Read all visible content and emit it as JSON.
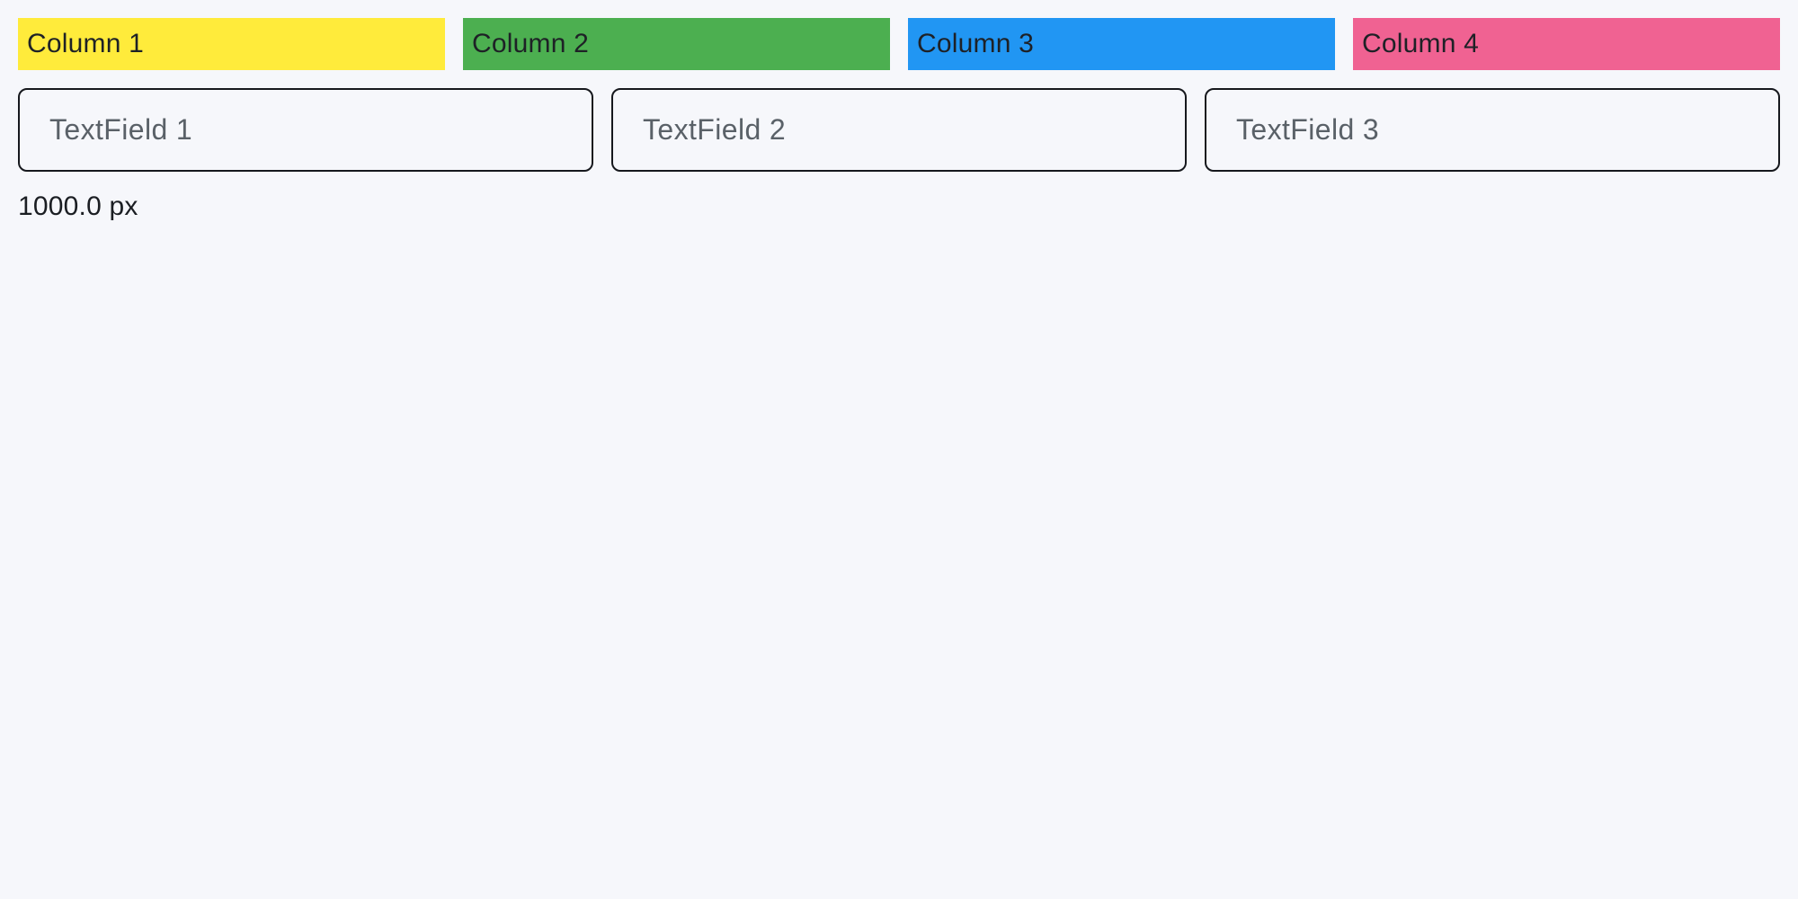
{
  "theme": {
    "background": "#f6f7fb",
    "column_text": "#1e2126",
    "field_border": "#16181d",
    "field_placeholder": "#5a6168",
    "footer_text": "#1b1e23"
  },
  "columns": [
    {
      "label": "Column 1",
      "color": "#FFEB3B"
    },
    {
      "label": "Column 2",
      "color": "#4CAF50"
    },
    {
      "label": "Column 3",
      "color": "#2196F3"
    },
    {
      "label": "Column 4",
      "color": "#F06292"
    }
  ],
  "textfields": [
    {
      "placeholder": "TextField 1",
      "value": ""
    },
    {
      "placeholder": "TextField 2",
      "value": ""
    },
    {
      "placeholder": "TextField 3",
      "value": ""
    }
  ],
  "footer": {
    "size_label": "1000.0 px"
  }
}
